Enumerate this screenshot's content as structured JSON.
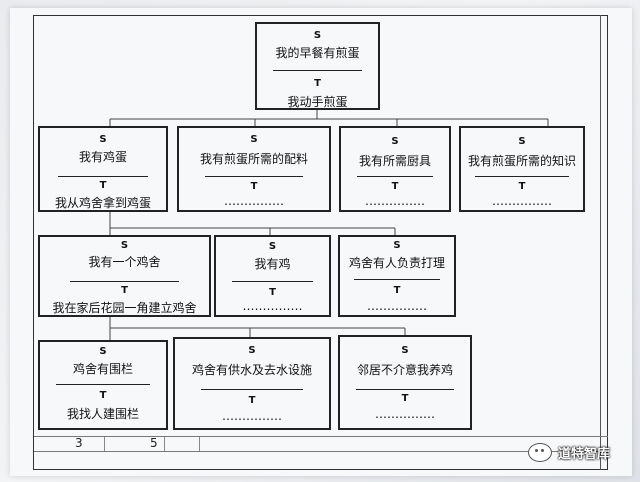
{
  "labels": {
    "s": "S",
    "t": "T"
  },
  "nodes": {
    "root": {
      "main": "我的早餐有煎蛋",
      "sub": "我动手煎蛋"
    },
    "l1": [
      {
        "main": "我有鸡蛋",
        "sub": "我从鸡舍拿到鸡蛋"
      },
      {
        "main": "我有煎蛋所需的配料",
        "sub": "……………"
      },
      {
        "main": "我有所需厨具",
        "sub": "……………"
      },
      {
        "main": "我有煎蛋所需的知识",
        "sub": "……………"
      }
    ],
    "l2": [
      {
        "main": "我有一个鸡舍",
        "sub": "我在家后花园一角建立鸡舍"
      },
      {
        "main": "我有鸡",
        "sub": "……………"
      },
      {
        "main": "鸡舍有人负责打理",
        "sub": "……………"
      }
    ],
    "l3": [
      {
        "main": "鸡舍有围栏",
        "sub": "我找人建围栏"
      },
      {
        "main": "鸡舍有供水及去水设施",
        "sub": "……………"
      },
      {
        "main": "邻居不介意我养鸡",
        "sub": "……………"
      }
    ]
  },
  "page_numbers": [
    "3",
    "5"
  ],
  "watermark": {
    "text": "道特智库",
    "icon": "wechat-icon"
  }
}
